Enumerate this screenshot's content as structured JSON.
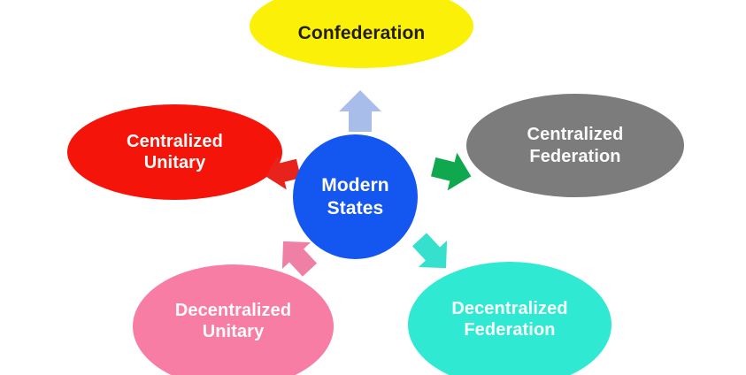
{
  "diagram": {
    "title": "Modern States typology diagram",
    "background_color": "#FFFFFF",
    "center": {
      "id": "modern-states",
      "label": "Modern\nStates",
      "shape": "circle",
      "fill_color": "#1456F0",
      "text_color": "#FFFFFF"
    },
    "nodes": [
      {
        "id": "confederation",
        "label": "Confederation",
        "shape": "ellipse",
        "position": "top",
        "fill_color": "#FAF008",
        "text_color": "#231F10"
      },
      {
        "id": "centralized-unitary",
        "label": "Centralized\nUnitary",
        "shape": "ellipse",
        "position": "left",
        "fill_color": "#F41409",
        "text_color": "#FDFCFB"
      },
      {
        "id": "centralized-federation",
        "label": "Centralized\nFederation",
        "shape": "ellipse",
        "position": "right",
        "fill_color": "#7C7C7C",
        "text_color": "#FAFAFA"
      },
      {
        "id": "decentralized-unitary",
        "label": "Decentralized\nUnitary",
        "shape": "ellipse",
        "position": "bottom-left",
        "fill_color": "#F87DA5",
        "text_color": "#FDFBFC"
      },
      {
        "id": "decentralized-federation",
        "label": "Decentralized\nFederation",
        "shape": "ellipse",
        "position": "bottom-right",
        "fill_color": "#2FE9D3",
        "text_color": "#FAFEFD"
      }
    ],
    "arrows": [
      {
        "id": "arrow-up-confederation",
        "from": "modern-states",
        "to": "confederation",
        "direction": "up",
        "fill_color": "#A8BDEA"
      },
      {
        "id": "arrow-right-federation",
        "from": "modern-states",
        "to": "centralized-federation",
        "direction": "right",
        "fill_color": "#0FA84E"
      },
      {
        "id": "arrow-left-unitary",
        "from": "modern-states",
        "to": "centralized-unitary",
        "direction": "left",
        "fill_color": "#E8231C"
      },
      {
        "id": "arrow-downleft-unitary",
        "from": "modern-states",
        "to": "decentralized-unitary",
        "direction": "down-left",
        "fill_color": "#F07FA6"
      },
      {
        "id": "arrow-downright-federation",
        "from": "modern-states",
        "to": "decentralized-federation",
        "direction": "down-right",
        "fill_color": "#35E0CC"
      }
    ]
  }
}
